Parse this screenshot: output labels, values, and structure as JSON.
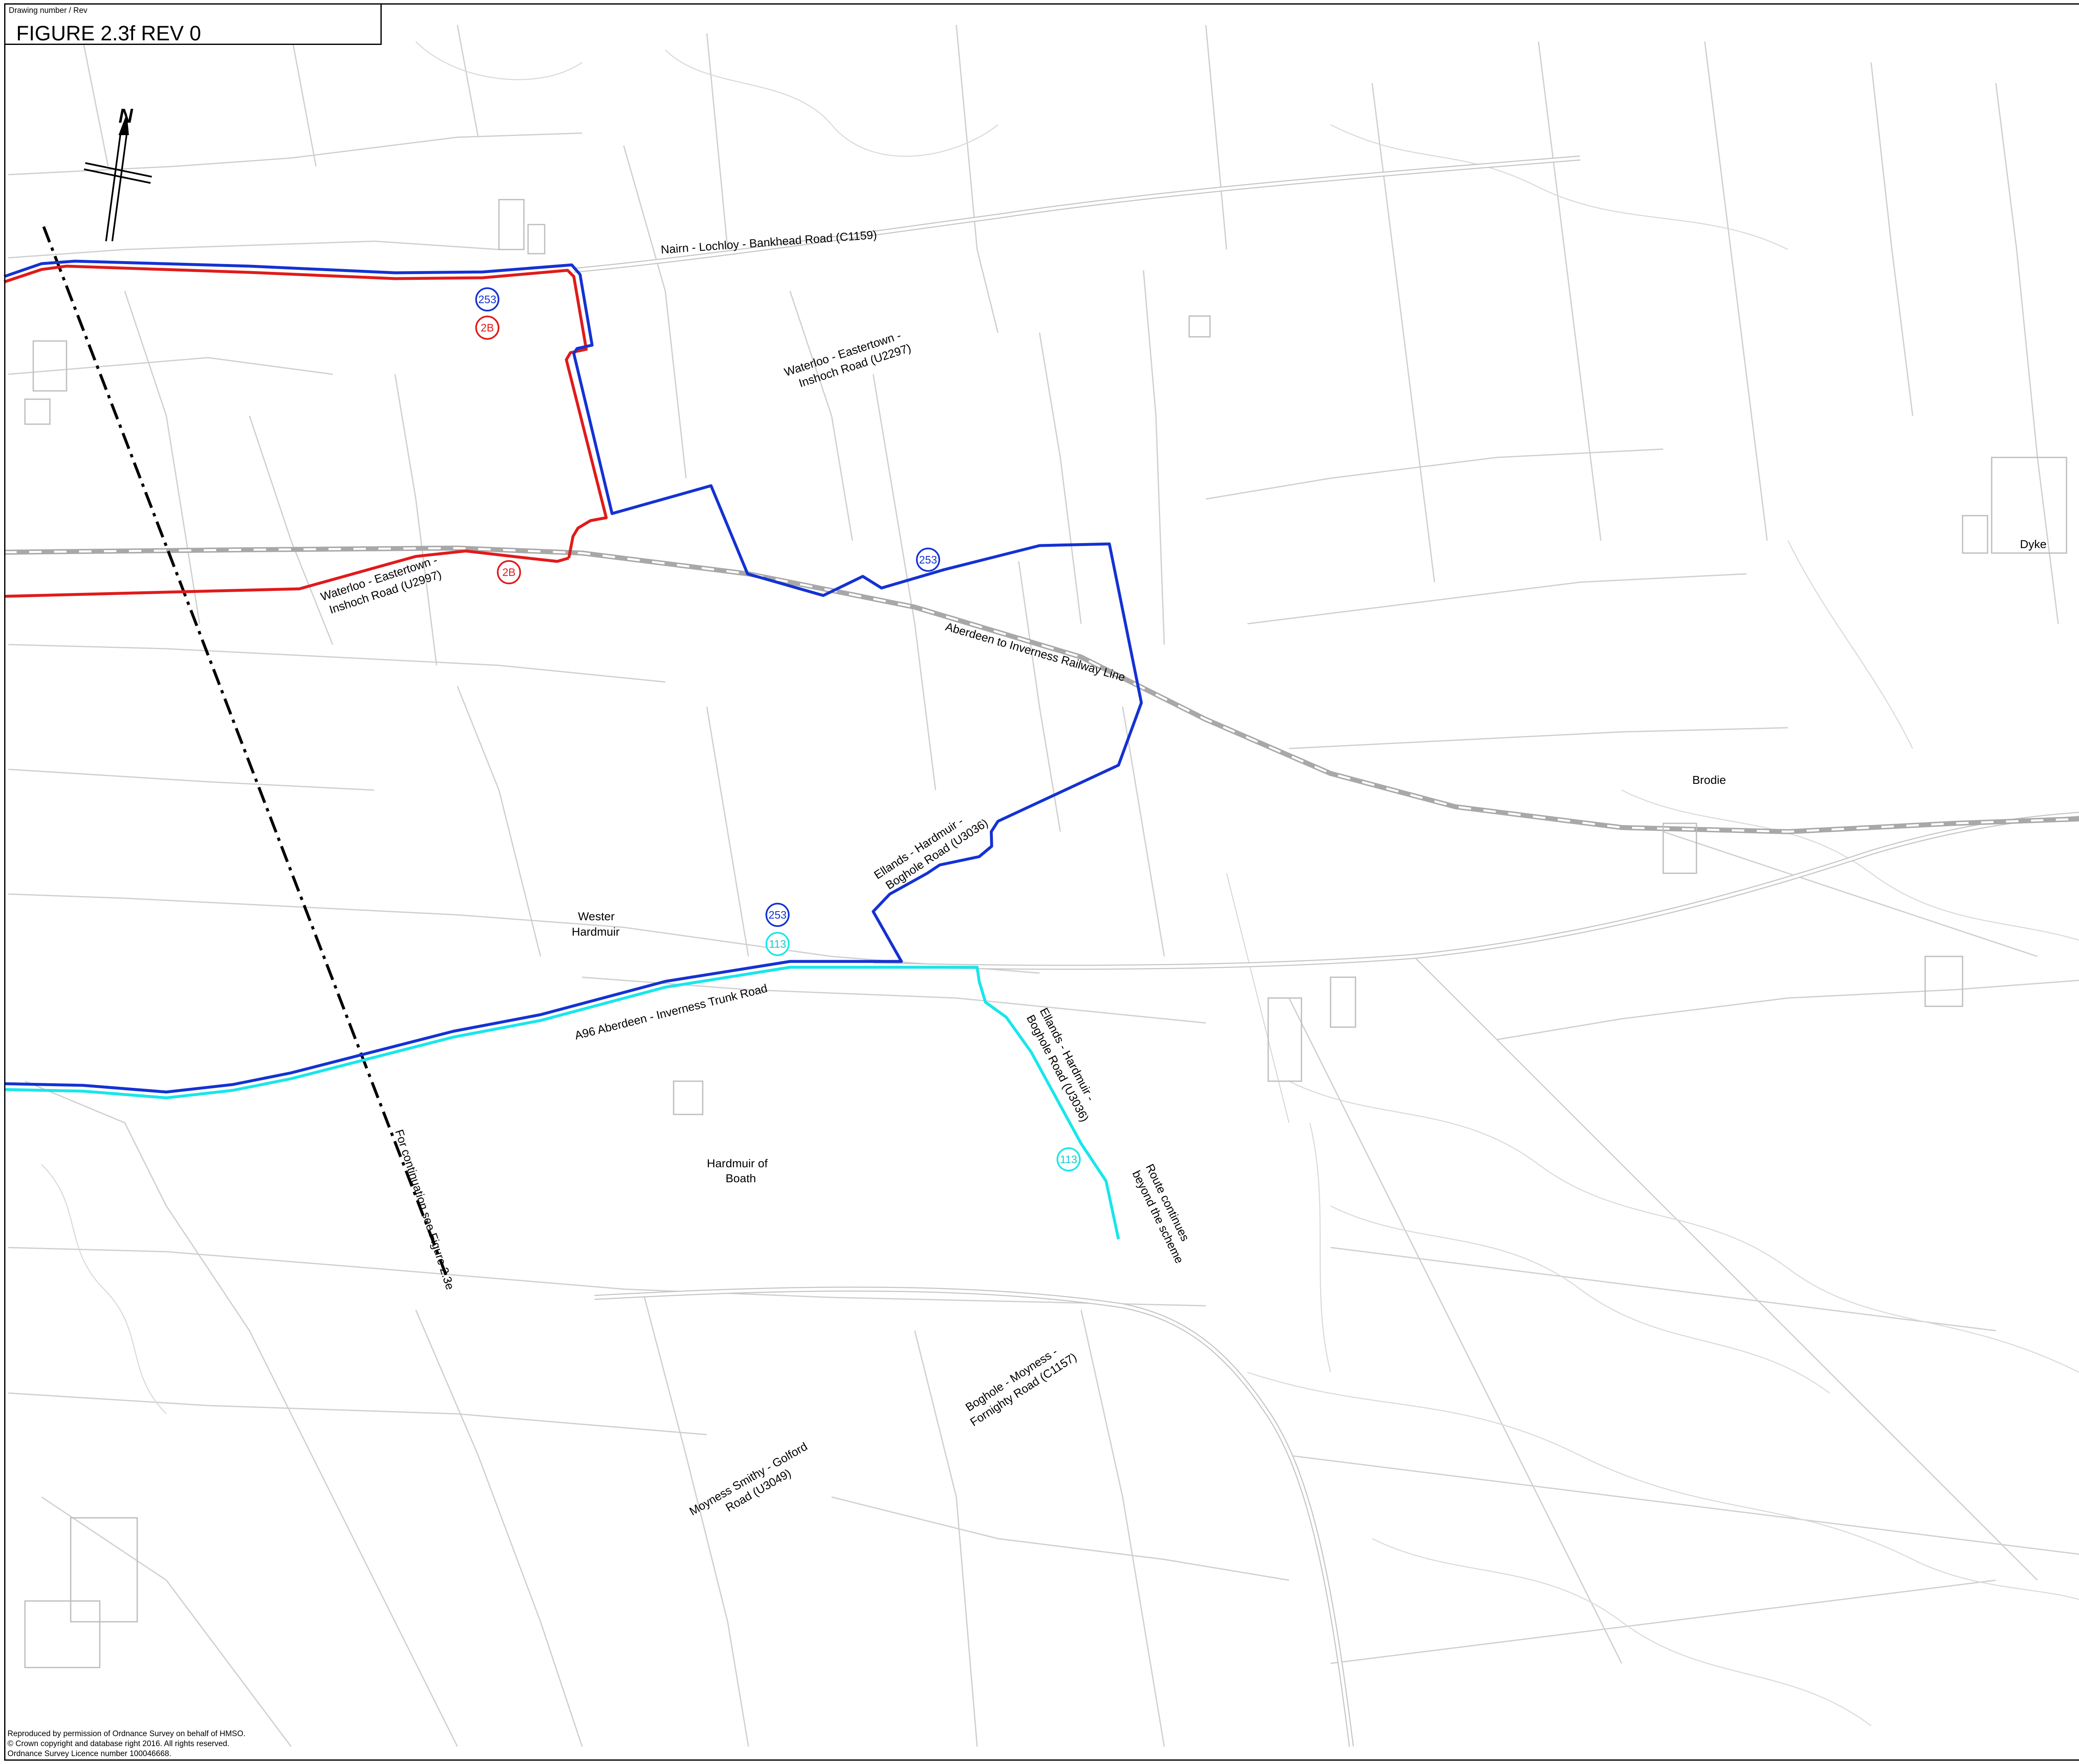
{
  "figure": {
    "small_label": "Drawing number / Rev",
    "title": "FIGURE 2.3f REV 0"
  },
  "north_arrow": {
    "label": "N"
  },
  "colors": {
    "red_route": "#e01b1b",
    "blue_route": "#1432d2",
    "cyan_route": "#19e6ea",
    "basemap": "#c8c8c8",
    "railway": "#9a9a9a"
  },
  "road_labels": [
    "Nairn - Lochloy - Bankhead Road (C1159)",
    "Waterloo - Eastertown -",
    "Inshoch Road (U2297)",
    "Waterloo - Eastertown -",
    "Inshoch Road (U2997)",
    "Aberdeen to Inverness Railway Line",
    "Ellands - Hardmuir -",
    "Boghole Road (U3036)",
    "A96 Aberdeen - Inverness Trunk Road",
    "Ellands - Hardmuir -",
    "Boghole Road (U3036)",
    "Boghole - Moyness -",
    "Fornighty Road (C1157)",
    "Moyness Smithy - Golford",
    "Road (U3049)"
  ],
  "place_labels": [
    "Dyke",
    "Brodie",
    "Wester",
    "Hardmuir",
    "Hardmuir of",
    "Boath"
  ],
  "notes": {
    "continuation": "For continuation see Figure 2.3e",
    "route_continues_1": "Route continues",
    "route_continues_2": "beyond the scheme"
  },
  "route_badges": [
    "253",
    "2B",
    "2B",
    "253",
    "253",
    "113",
    "113"
  ],
  "copyright": {
    "line1": "Reproduced by permission of Ordnance Survey on behalf of HMSO.",
    "line2": "© Crown copyright and database right 2016. All rights reserved.",
    "line3": "Ordnance Survey Licence number 100046668."
  }
}
